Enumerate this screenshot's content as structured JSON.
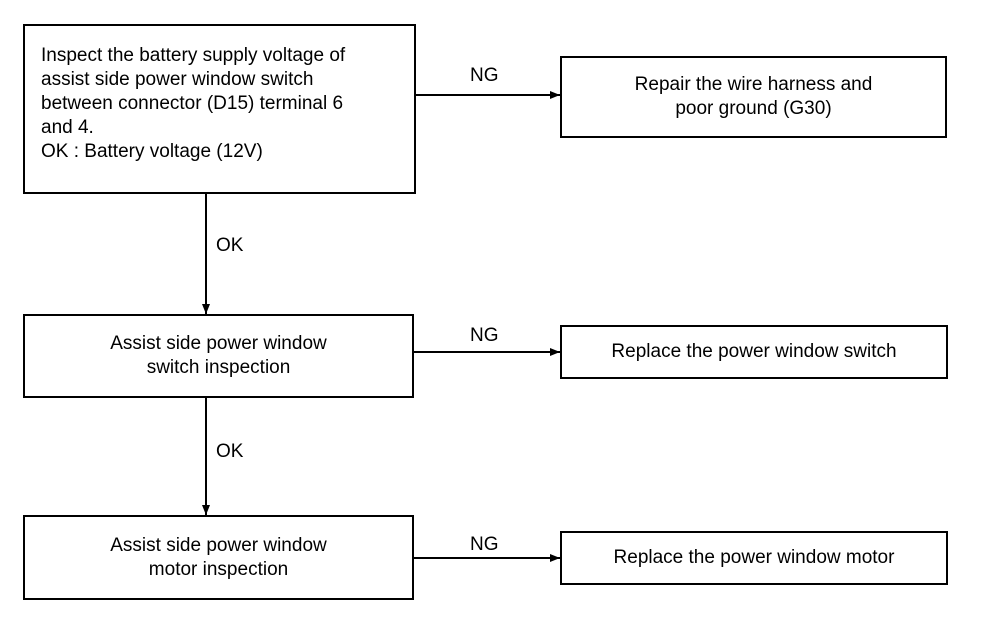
{
  "step1": {
    "lines": [
      "Inspect the battery supply voltage of",
      "assist side power window switch",
      "between connector (D15) terminal 6",
      "and 4.",
      "OK : Battery voltage (12V)"
    ],
    "ok_label": "OK",
    "ng_label": "NG"
  },
  "result1": {
    "lines": [
      "Repair the wire harness and",
      "poor ground (G30)"
    ]
  },
  "step2": {
    "lines": [
      "Assist side power window",
      "switch inspection"
    ],
    "ok_label": "OK",
    "ng_label": "NG"
  },
  "result2": {
    "lines": [
      "Replace the power window switch"
    ]
  },
  "step3": {
    "lines": [
      "Assist side power window",
      "motor inspection"
    ],
    "ng_label": "NG"
  },
  "result3": {
    "lines": [
      "Replace the power window motor"
    ]
  },
  "colors": {
    "line": "#000000",
    "background": "#ffffff"
  }
}
